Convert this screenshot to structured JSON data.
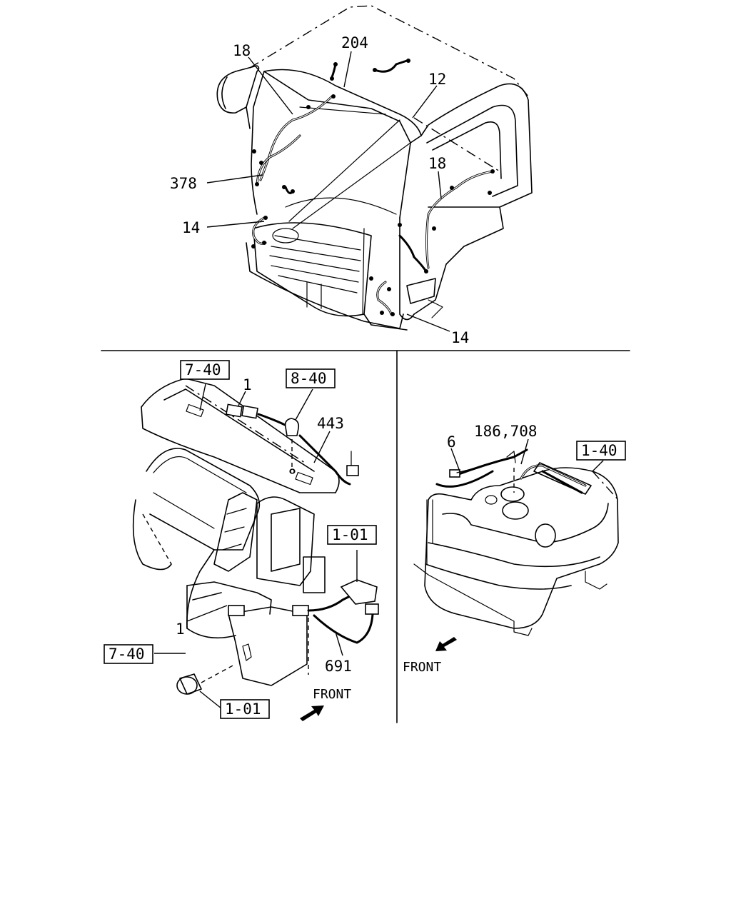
{
  "diagram": {
    "cab_callouts": {
      "c18a": "18",
      "c204": "204",
      "c12": "12",
      "c378": "378",
      "c18b": "18",
      "c14a": "14",
      "c14b": "14"
    },
    "dash_callouts": {
      "ref_7_40_top": "7-40",
      "c1_top": "1",
      "ref_8_40": "8-40",
      "c443": "443",
      "ref_1_01_right": "1-01",
      "c1_bottom": "1",
      "ref_7_40_bottom": "7-40",
      "c691": "691",
      "ref_1_01_bottom": "1-01",
      "front": "FRONT"
    },
    "tank_callouts": {
      "c6": "6",
      "c186_708": "186,708",
      "ref_1_40": "1-40",
      "front": "FRONT"
    }
  }
}
